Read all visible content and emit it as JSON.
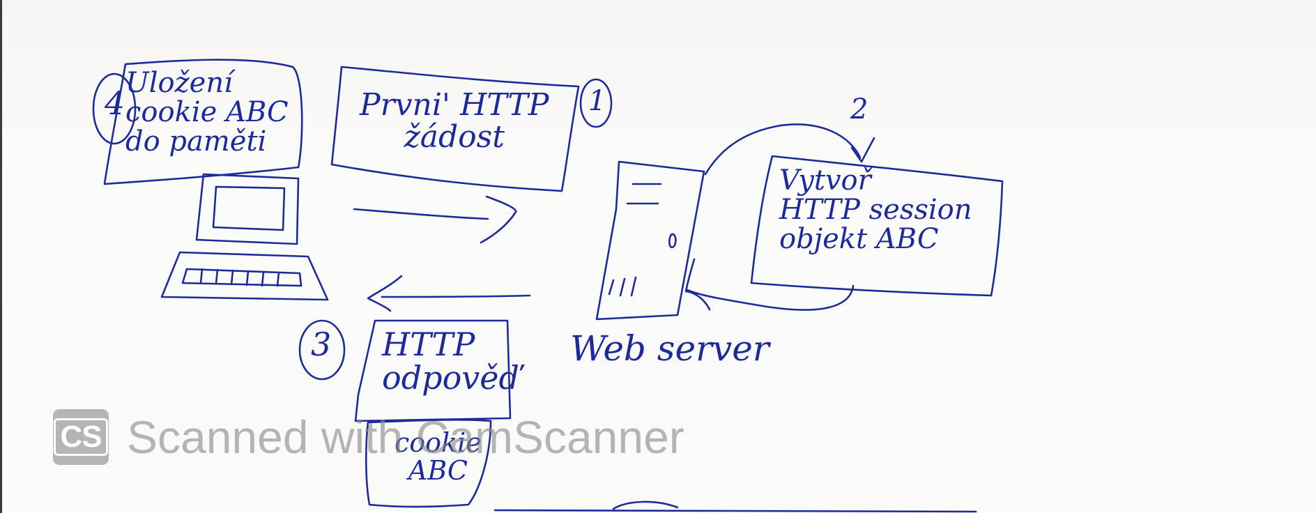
{
  "diagram": {
    "step1": {
      "number": "1",
      "text": "Prvni' HTTP\nžádost"
    },
    "step2": {
      "number": "2",
      "text": "Vytvoř\nHTTP session\nobjekt ABC"
    },
    "step3": {
      "number": "3",
      "text": "HTTP\nodpověď",
      "attachment": "cookie\nABC"
    },
    "step4": {
      "number": "4",
      "text": "Uložení\ncookie ABC\ndo paměti"
    },
    "server_label": "Web server"
  },
  "watermark": {
    "logo": "CS",
    "text": "Scanned with CamScanner"
  },
  "colors": {
    "ink": "#1c2a9a",
    "paper": "#f8f7f5",
    "watermark": "#8a8a8a"
  }
}
